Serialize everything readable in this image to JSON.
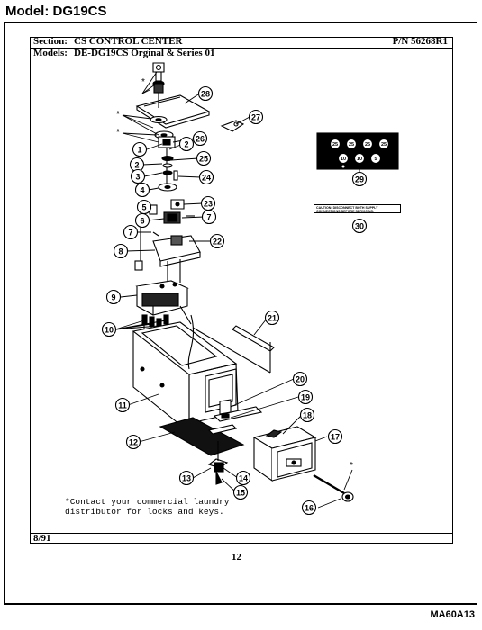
{
  "header": {
    "model_title": "Model: DG19CS",
    "section_label": "Section:",
    "section_value": "CS CONTROL CENTER",
    "pn": "P/N 56268R1",
    "models_label": "Models:",
    "models_value": "DE-DG19CS  Orginal & Series 01"
  },
  "footer": {
    "date": "8/91",
    "page_number": "12",
    "doc_code": "MA60A13"
  },
  "note": "*Contact your commercial laundry\ndistributor for locks and keys.",
  "caution_text": "CAUTION: DISCONNECT BOTH SUPPLY CONNECTIONS BEFORE SERVICING.",
  "decal_labels": [
    "25",
    "25",
    "25",
    "25",
    "10",
    "10",
    "5"
  ],
  "callouts": [
    {
      "n": "1"
    },
    {
      "n": "2"
    },
    {
      "n": "2"
    },
    {
      "n": "3"
    },
    {
      "n": "4"
    },
    {
      "n": "5"
    },
    {
      "n": "6"
    },
    {
      "n": "7"
    },
    {
      "n": "7"
    },
    {
      "n": "8"
    },
    {
      "n": "9"
    },
    {
      "n": "10"
    },
    {
      "n": "11"
    },
    {
      "n": "12"
    },
    {
      "n": "13"
    },
    {
      "n": "14"
    },
    {
      "n": "15"
    },
    {
      "n": "16"
    },
    {
      "n": "17"
    },
    {
      "n": "18"
    },
    {
      "n": "19"
    },
    {
      "n": "20"
    },
    {
      "n": "21"
    },
    {
      "n": "22"
    },
    {
      "n": "23"
    },
    {
      "n": "24"
    },
    {
      "n": "25"
    },
    {
      "n": "26"
    },
    {
      "n": "27"
    },
    {
      "n": "28"
    },
    {
      "n": "29"
    },
    {
      "n": "30"
    }
  ],
  "asterisks": [
    "*",
    "*",
    "*",
    "*"
  ]
}
